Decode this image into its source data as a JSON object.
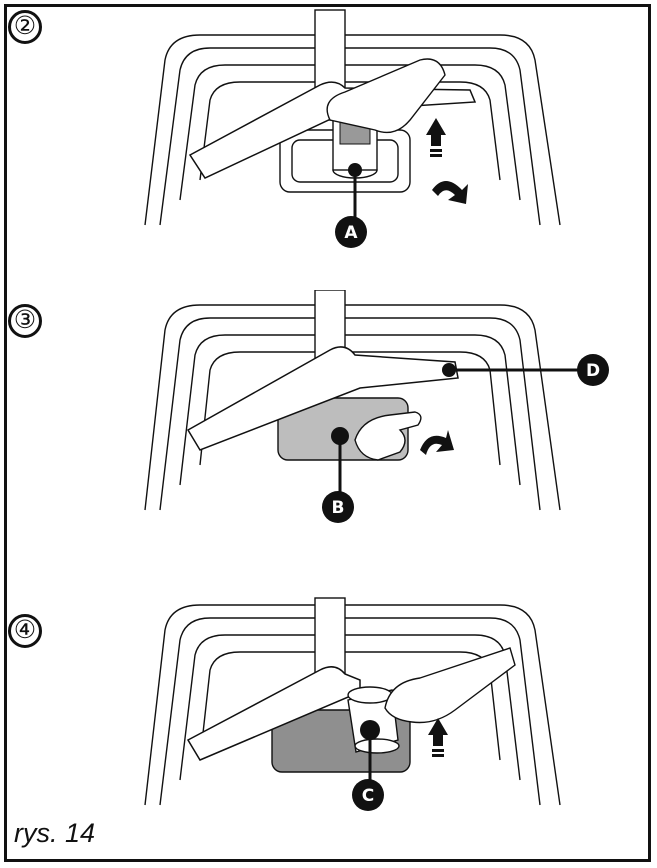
{
  "figure": {
    "caption": "rys. 14",
    "steps": [
      {
        "number": "②",
        "callouts": [
          "A"
        ]
      },
      {
        "number": "③",
        "callouts": [
          "D",
          "B"
        ]
      },
      {
        "number": "④",
        "callouts": [
          "C"
        ]
      }
    ]
  },
  "colors": {
    "line": "#111111",
    "filter_bay": "#8f8f8f",
    "filter_bay_light": "#bdbdbd",
    "paper": "#ffffff"
  },
  "icons": [
    "up-arrow-icon",
    "curved-arrow-icon",
    "hand-icon"
  ]
}
